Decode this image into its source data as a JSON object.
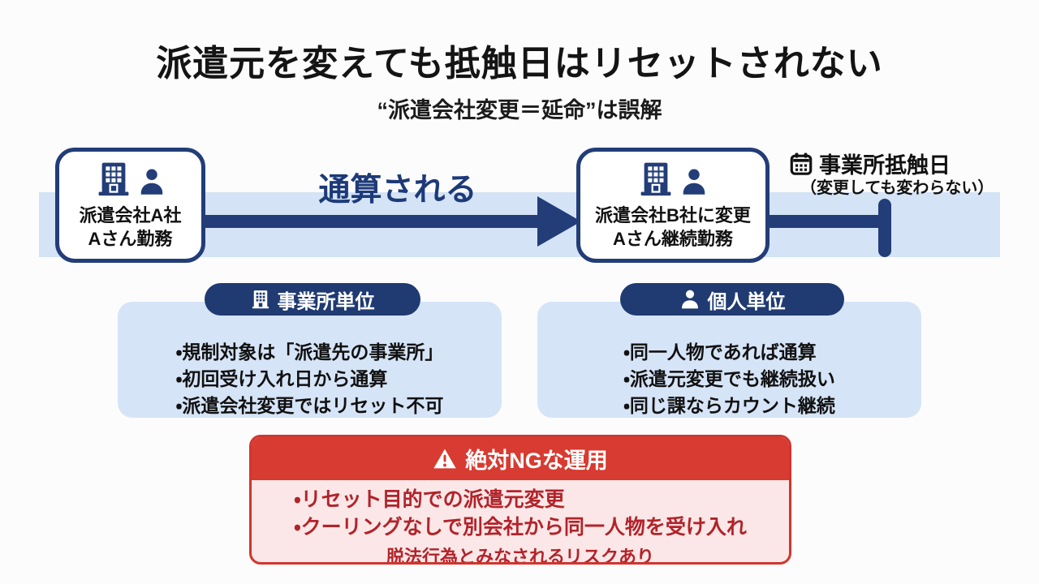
{
  "page": {
    "title": "派遣元を変えても抵触日はリセットされない",
    "subtitle": "“派遣会社変更＝延命”は誤解"
  },
  "flow": {
    "box_a": {
      "line1": "派遣会社A社",
      "line2": "Aさん勤務"
    },
    "arrow_label": "通算される",
    "box_b": {
      "line1": "派遣会社B社に変更",
      "line2": "Aさん継続勤務"
    },
    "deadline": {
      "title": "事業所抵触日",
      "note": "（変更しても変わらない）"
    }
  },
  "panels": {
    "left": {
      "header": "事業所単位",
      "icon": "building-icon",
      "bullets": [
        "・規制対象は「派遣先の事業所」",
        "・初回受け入れ日から通算",
        "・派遣会社変更ではリセット不可"
      ]
    },
    "right": {
      "header": "個人単位",
      "icon": "person-icon",
      "bullets": [
        "・同一人物であれば通算",
        "・派遣元変更でも継続扱い",
        "・同じ課ならカウント継続"
      ]
    }
  },
  "ng": {
    "header": "絶対NGな運用",
    "icon": "warning-icon",
    "bullets": [
      "・リセット目的での派遣元変更",
      "・クーリングなしで別会社から同一人物を受け入れ"
    ],
    "footer": "脱法行為とみなされるリスクあり"
  },
  "colors": {
    "navy": "#223d78",
    "pill_navy": "#203a72",
    "band_blue": "#d4e3f6",
    "panel_blue": "#d6e4f7",
    "arrow_label_blue": "#1d3a78",
    "ng_red": "#d83b31",
    "ng_border_red": "#cf362e",
    "ng_pink": "#fbe7e7",
    "ng_text_red": "#b2232a",
    "text_black": "#141414",
    "background": "#fcfcfd"
  }
}
